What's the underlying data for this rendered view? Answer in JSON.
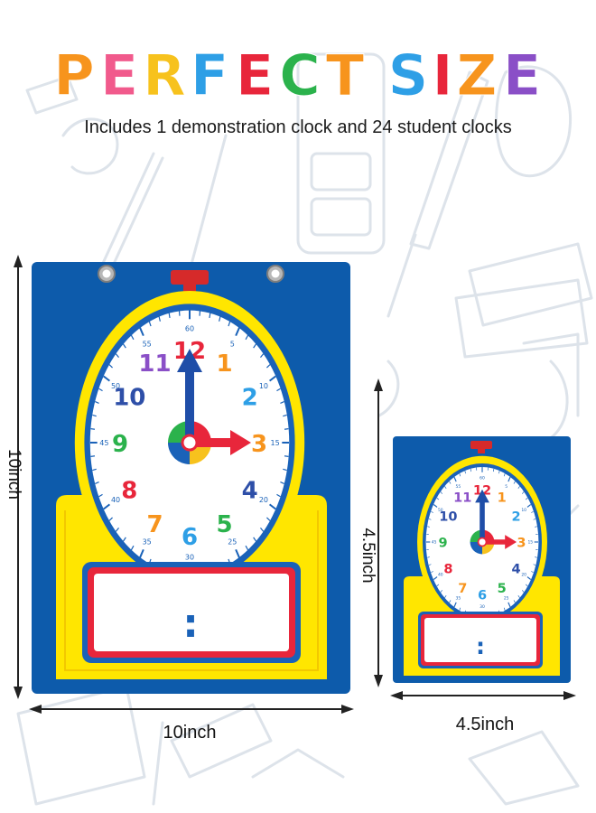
{
  "title": {
    "letters": [
      "P",
      "E",
      "R",
      "F",
      "E",
      "C",
      "T",
      " ",
      "S",
      "I",
      "Z",
      "E"
    ],
    "colors": [
      "#f7941d",
      "#f15a8c",
      "#f7c21d",
      "#2e9fe6",
      "#e8263b",
      "#2bb24c",
      "#f7941d",
      "",
      "#2e9fe6",
      "#e8263b",
      "#f7941d",
      "#8a4fc7"
    ]
  },
  "subtitle": "Includes 1 demonstration clock and 24 student clocks",
  "large_clock": {
    "height_label": "10inch",
    "width_label": "10inch"
  },
  "small_clock": {
    "height_label": "4.5inch",
    "width_label": "4.5inch"
  },
  "clock_face": {
    "hours": [
      "12",
      "1",
      "2",
      "3",
      "4",
      "5",
      "6",
      "7",
      "8",
      "9",
      "10",
      "11"
    ],
    "hour_colors": [
      "#e8263b",
      "#f7941d",
      "#2e9fe6",
      "#f7941d",
      "#2e4fa8",
      "#2bb24c",
      "#2e9fe6",
      "#f7941d",
      "#e8263b",
      "#2bb24c",
      "#2e4fa8",
      "#8a4fc7"
    ],
    "minutes": [
      "60",
      "5",
      "10",
      "15",
      "20",
      "25",
      "30",
      "35",
      "40",
      "45",
      "50",
      "55"
    ],
    "time_separator": ":"
  },
  "colors": {
    "board_blue": "#0d5bab",
    "frame_yellow": "#ffe600",
    "ring_blue": "#1a62b8",
    "hand_blue": "#1f4ea8",
    "hand_red": "#e8263b",
    "knob_red": "#d62a2a"
  }
}
